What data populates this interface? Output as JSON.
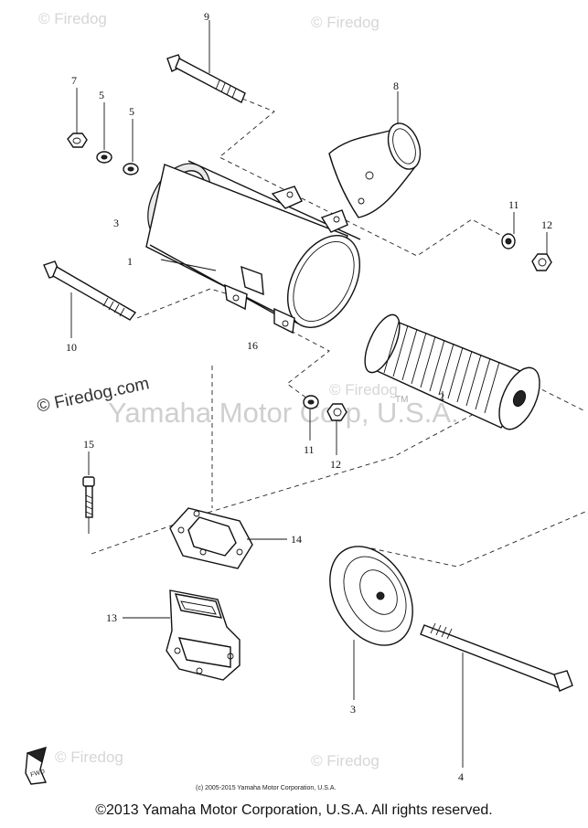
{
  "watermarks": {
    "site": "© Firedog",
    "site_url": "Firedog.com",
    "site_corner": "© Firedog.com",
    "owner": "Yamaha Motor Corp, U.S.A.",
    "tm": "TM"
  },
  "parts": {
    "p1": "1",
    "p2": "2",
    "p3a": "3",
    "p3b": "3",
    "p4": "4",
    "p5a": "5",
    "p5b": "5",
    "p7": "7",
    "p8": "8",
    "p9": "9",
    "p10": "10",
    "p11a": "11",
    "p11b": "11",
    "p12a": "12",
    "p12b": "12",
    "p13": "13",
    "p14": "14",
    "p15": "15",
    "p16": "16"
  },
  "badge": "FWD",
  "small_copyright": "(c) 2005-2015 Yamaha Motor Corporation, U.S.A.",
  "footer": "©2013 Yamaha Motor Corporation, U.S.A. All rights reserved."
}
